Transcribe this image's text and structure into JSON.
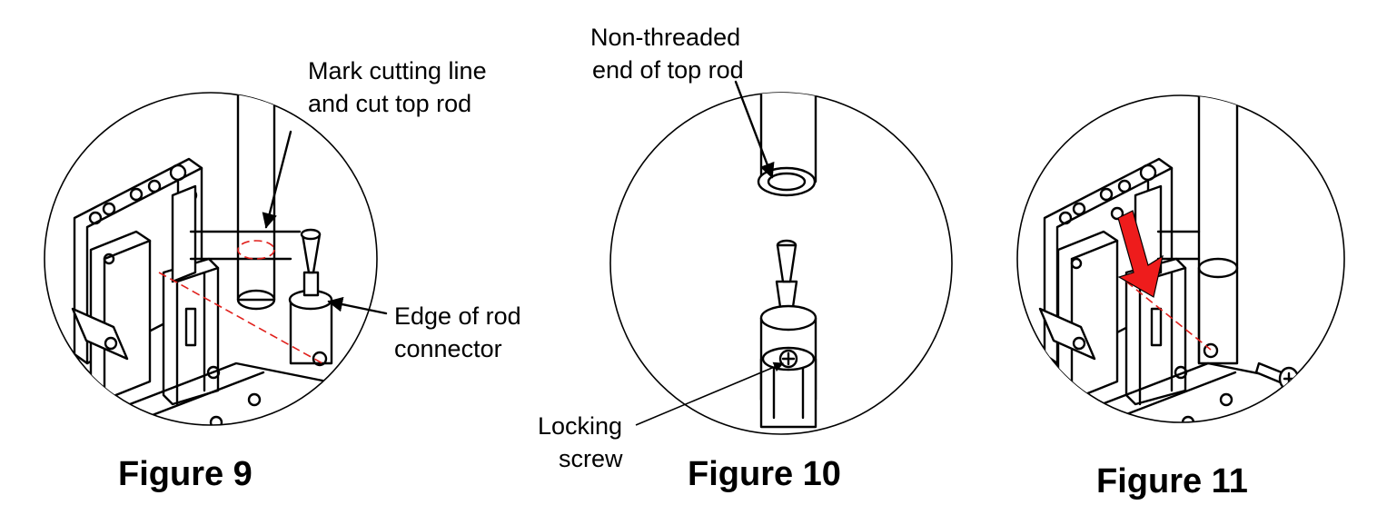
{
  "figures": [
    {
      "caption": "Figure 9",
      "callouts": [
        "Mark cutting line",
        "and cut top rod",
        "Edge of rod",
        "connector"
      ]
    },
    {
      "caption": "Figure 10",
      "callouts": [
        "Non-threaded",
        "end of top rod",
        "Locking",
        "screw"
      ]
    },
    {
      "caption": "Figure 11",
      "callouts": []
    }
  ],
  "colors": {
    "cut_line": "#e0201c",
    "arrow": "#ee1c1c",
    "ink": "#000000"
  }
}
